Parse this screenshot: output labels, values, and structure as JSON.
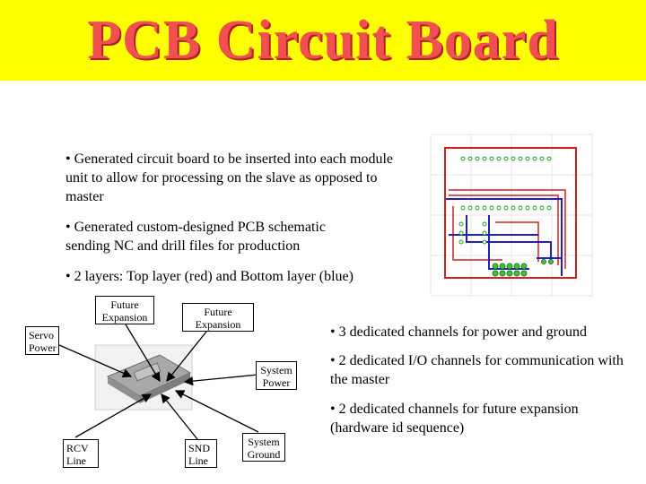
{
  "title": "PCB Circuit Board",
  "bullets_top": [
    "• Generated circuit board to be inserted into each module unit to allow for processing on the slave as opposed to master",
    "• Generated custom-designed PCB schematic sending NC and drill files for production",
    "• 2 layers: Top layer (red) and Bottom layer (blue)"
  ],
  "bullets_right": [
    "• 3 dedicated channels for power and ground",
    "• 2 dedicated I/O channels for communication with the master",
    "• 2 dedicated channels for future expansion (hardware id sequence)"
  ],
  "diagram": {
    "future_expansion_1": "Future Expansion",
    "future_expansion_2": "Future Expansion",
    "servo_power": "Servo Power",
    "system_power": "System Power",
    "rcv_line": "RCV Line",
    "snd_line": "SND Line",
    "system_ground": "System Ground"
  },
  "colors": {
    "title_band": "#ffff00",
    "title_text": "#f05050",
    "top_layer": "#d02020",
    "bottom_layer": "#2020c0",
    "pads": "#20a020"
  }
}
